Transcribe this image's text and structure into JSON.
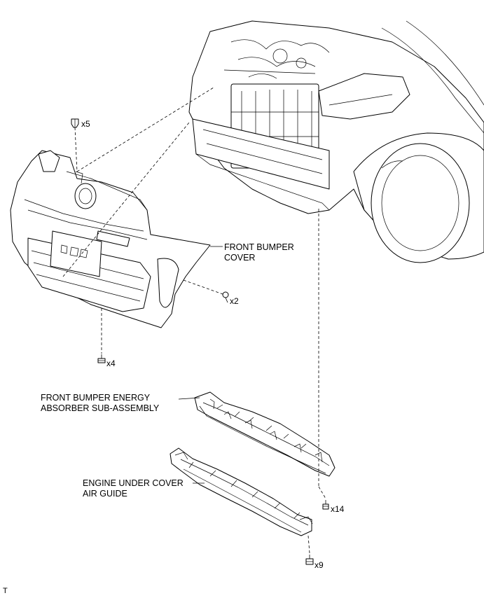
{
  "labels": {
    "front_bumper_cover": [
      "FRONT BUMPER",
      "COVER"
    ],
    "energy_absorber": [
      "FRONT BUMPER ENERGY",
      "ABSORBER SUB-ASSEMBLY"
    ],
    "engine_under_cover": [
      "ENGINE UNDER COVER",
      "AIR GUIDE"
    ]
  },
  "fasteners": {
    "clip_top": "x5",
    "screw_side": "x2",
    "bolt_bottom": "x4",
    "bolt_absorber": "x14",
    "clip_air_guide": "x9"
  },
  "footer_mark": "T"
}
